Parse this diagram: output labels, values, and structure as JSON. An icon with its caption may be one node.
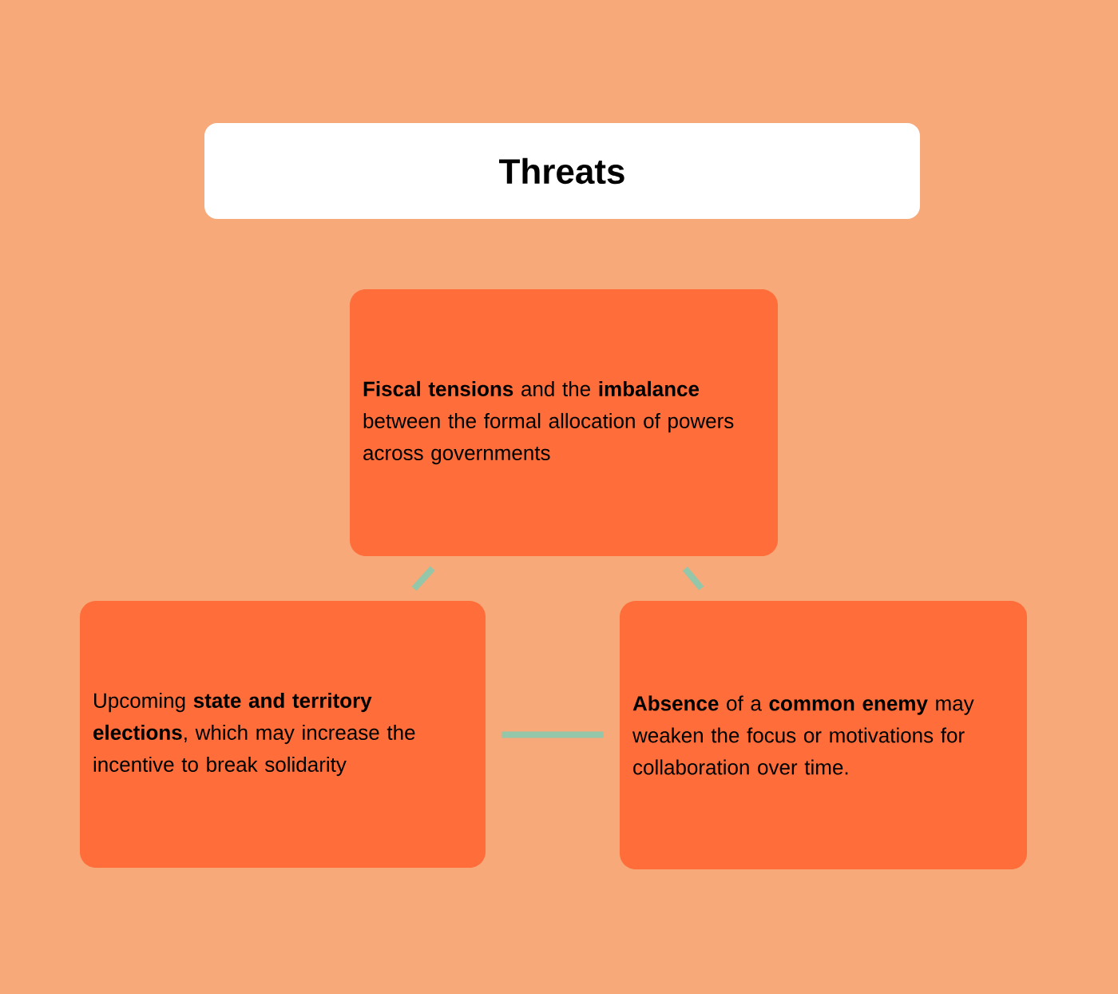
{
  "diagram": {
    "nodes": [
      {
        "text": [
          "Threats"
        ]
      },
      {
        "text": [
          "**Fiscal tensions** and the **imbalance** between the formal allocation of powers across governments"
        ]
      },
      {
        "text": [
          "Upcoming **state and territory elections**, which may increase the incentive to break solidarity"
        ]
      },
      {
        "text": [
          "**Absence** of a **common enemy** may weaken the focus or motivations for collaboration over time."
        ]
      }
    ],
    "edges": [
      {
        "from": 1,
        "to": 2,
        "arrow": "none"
      },
      {
        "from": 1,
        "to": 3,
        "arrow": "none"
      },
      {
        "from": 2,
        "to": 3,
        "arrow": "none"
      }
    ]
  }
}
